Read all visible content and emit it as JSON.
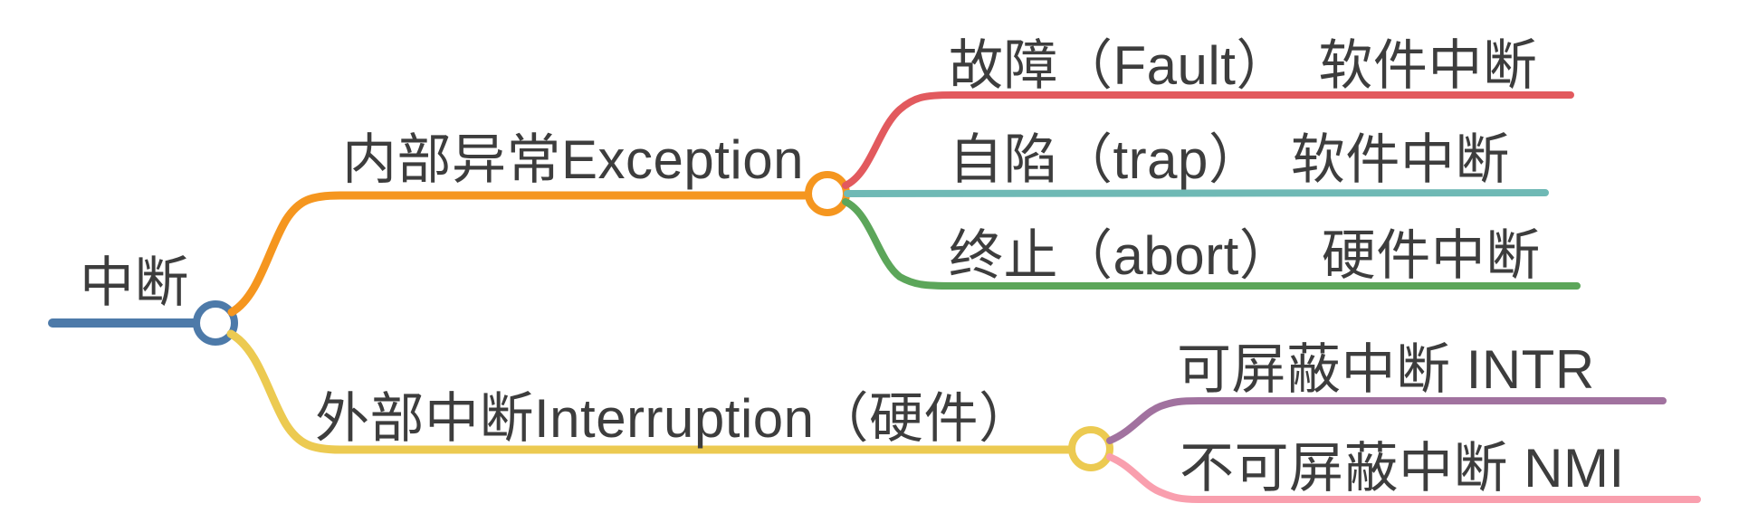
{
  "mindmap": {
    "background": "#ffffff",
    "text_color": "#3d3d3d",
    "root": {
      "label": "中断",
      "color": "#4d7aa9"
    },
    "branches": [
      {
        "label": "内部异常Exception",
        "color": "#f5961f",
        "children": [
          {
            "label": "故障（Fault）　软件中断",
            "color": "#e25a5e"
          },
          {
            "label": "自陷（trap）　软件中断",
            "color": "#6fb9b5"
          },
          {
            "label": "终止（abort）　硬件中断",
            "color": "#5ca65a"
          }
        ]
      },
      {
        "label": "外部中断Interruption（硬件）",
        "color": "#ecca51",
        "children": [
          {
            "label": "可屏蔽中断 INTR",
            "color": "#a1729f"
          },
          {
            "label": "不可屏蔽中断 NMI",
            "color": "#f99fae"
          }
        ]
      }
    ]
  }
}
